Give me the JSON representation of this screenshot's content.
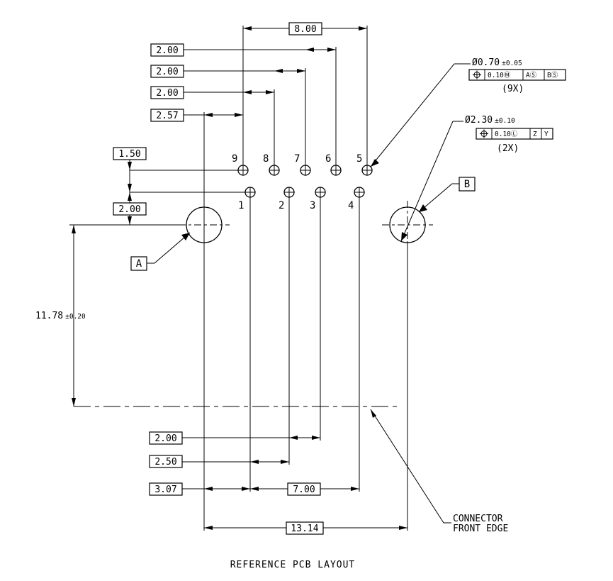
{
  "title": "REFERENCE PCB LAYOUT",
  "pins": {
    "top": [
      "9",
      "8",
      "7",
      "6",
      "5"
    ],
    "bottom": [
      "1",
      "2",
      "3",
      "4"
    ]
  },
  "datums": {
    "a": "A",
    "b": "B"
  },
  "callouts": {
    "small_hole": {
      "diameter": "Ø0.70",
      "tolerance": "±0.05",
      "frame": [
        "0.10Ⓜ",
        "AⓈ",
        "BⓈ"
      ],
      "count": "(9X)"
    },
    "large_hole": {
      "diameter": "Ø2.30",
      "tolerance": "±0.10",
      "frame": [
        "0.10Ⓛ",
        "Z",
        "Y"
      ],
      "count": "(2X)"
    }
  },
  "dimensions": {
    "top_span": "8.00",
    "pitch_top_1": "2.00",
    "pitch_top_2": "2.00",
    "pitch_top_3": "2.00",
    "offset_top": "2.57",
    "row_spacing": "1.50",
    "row_to_datum": "2.00",
    "vertical_total": "11.78",
    "vertical_tol": "±0.20",
    "pitch_bottom_1": "2.00",
    "pitch_bottom_2": "2.50",
    "offset_bottom": "3.07",
    "bottom_span": "7.00",
    "overall": "13.14"
  },
  "notes": {
    "front_edge_1": "CONNECTOR",
    "front_edge_2": "FRONT EDGE"
  }
}
